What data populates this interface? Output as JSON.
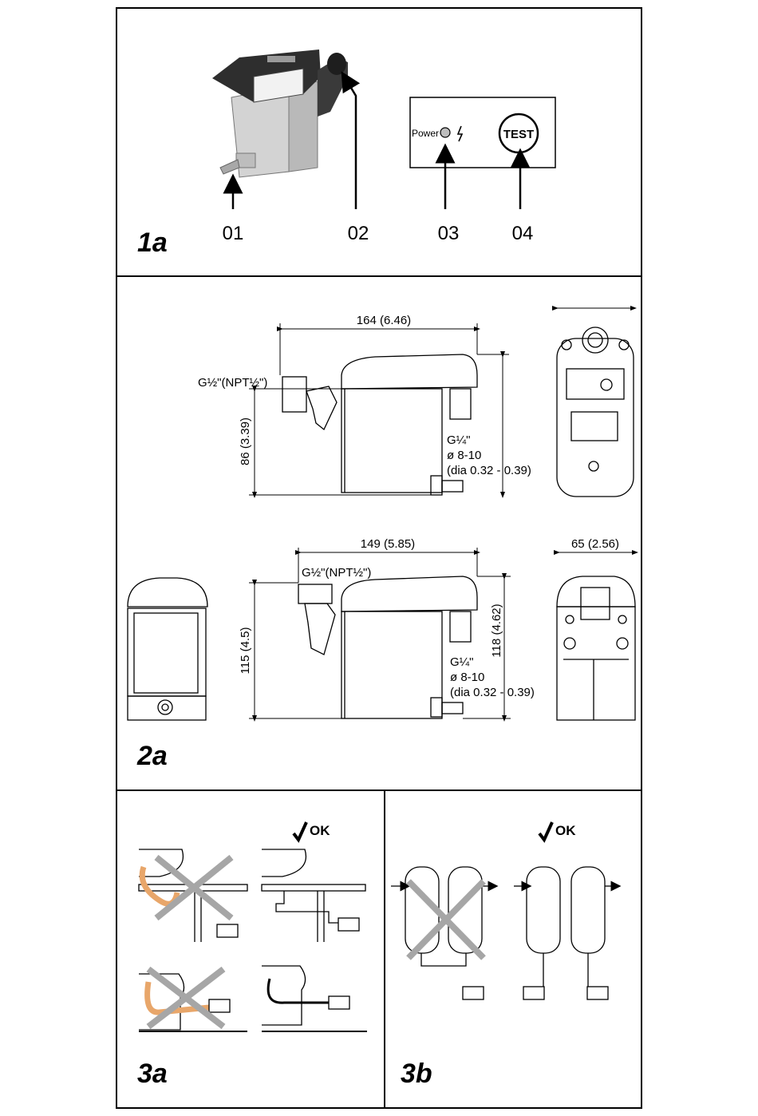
{
  "panel_1a": {
    "label": "1a",
    "callouts": [
      "01",
      "02",
      "03",
      "04"
    ],
    "control_panel": {
      "power_label": "Power",
      "test_label": "TEST"
    }
  },
  "panel_2a": {
    "label": "2a",
    "top_view": {
      "width_dim": "164 (6.46)",
      "height_dim": "86 (3.39)",
      "inlet_label": "G½\"(NPT½\")",
      "outlet_label": [
        "G¼\"",
        "ø 8-10",
        "(dia 0.32 - 0.39)"
      ]
    },
    "bottom_view": {
      "width_dim": "149 (5.85)",
      "height_dim_left": "115 (4.5)",
      "height_dim_right": "118 (4.62)",
      "inlet_label": "G½\"(NPT½\")",
      "outlet_label": [
        "G¼\"",
        "ø 8-10",
        "(dia 0.32 - 0.39)"
      ],
      "side_width_dim": "65 (2.56)"
    }
  },
  "panel_3a": {
    "label": "3a",
    "ok_label": "OK"
  },
  "panel_3b": {
    "label": "3b",
    "ok_label": "OK"
  },
  "colors": {
    "line": "#000000",
    "cross": "#a6a6a6",
    "pipe_wrong": "#e8a66a",
    "body_grey": "#d6d6d6",
    "cap_dark": "#2b2b2b"
  }
}
